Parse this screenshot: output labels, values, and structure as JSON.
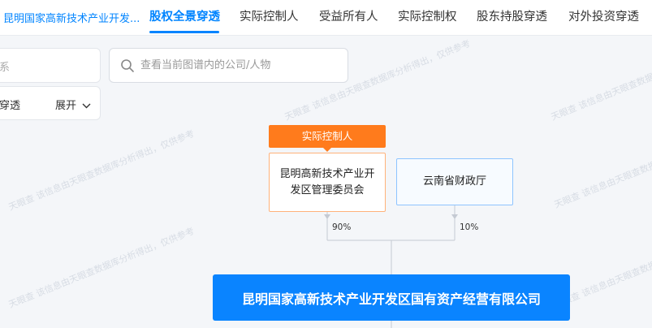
{
  "header": {
    "company": "昆明国家高新技术产业开发...",
    "tabs": [
      {
        "label": "股权全景穿透",
        "active": true
      },
      {
        "label": "实际控制人",
        "active": false
      },
      {
        "label": "受益所有人",
        "active": false
      },
      {
        "label": "实际控制权",
        "active": false
      },
      {
        "label": "股东持股穿透",
        "active": false
      },
      {
        "label": "对外投资穿透",
        "active": false
      }
    ]
  },
  "toolbar": {
    "filter_text": "系",
    "search_placeholder": "查看当前图谱内的公司/人物",
    "mode_label": "穿透",
    "expand_label": "展开"
  },
  "watermark": {
    "text": "天眼查 该信息由天眼查数据库分析得出，仅供参考",
    "brand": "天眼查"
  },
  "graph": {
    "controller_badge": "实际控制人",
    "controller": {
      "name_line1": "昆明高新技术产业开",
      "name_line2": "发区管理委员会",
      "percent": "90%"
    },
    "shareholder": {
      "name": "云南省财政厅",
      "percent": "10%"
    },
    "root": {
      "name": "昆明国家高新技术产业开发区国有资产经营有限公司"
    }
  },
  "colors": {
    "accent": "#0084ff",
    "controller_orange": "#ff7b1c",
    "root_blue": "#0a84ff",
    "line_gray": "#c5cad3"
  }
}
